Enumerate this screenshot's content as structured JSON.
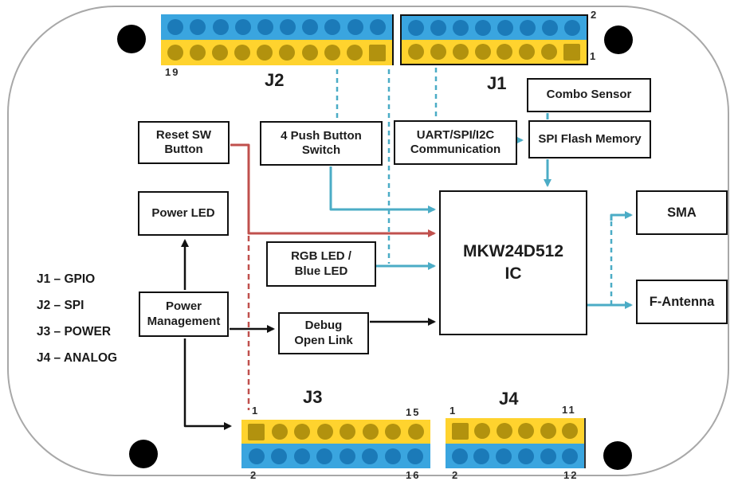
{
  "title": "MKW24D512 development board block diagram",
  "colors": {
    "teal": "#4BACC6",
    "red": "#C0504D",
    "blue_strip": "#3AA5DF",
    "blue_pin": "#1B7AB8",
    "yellow_strip": "#FFD32E",
    "yellow_pin": "#B2920E"
  },
  "legend": {
    "items": [
      "J1 – GPIO",
      "J2 – SPI",
      "J3 – POWER",
      "J4 – ANALOG"
    ]
  },
  "boxes": {
    "reset_sw": "Reset SW\nButton",
    "push_button": "4 Push Button\nSwitch",
    "uart": "UART/SPI/I2C\nCommunication",
    "combo_sensor": "Combo Sensor",
    "spi_flash": "SPI Flash Memory",
    "power_led": "Power LED",
    "rgb_led": "RGB LED /\nBlue LED",
    "power_mgmt": "Power\nManagement",
    "debug": "Debug\nOpen Link",
    "ic": "MKW24D512\nIC",
    "sma": "SMA",
    "f_antenna": "F-Antenna"
  },
  "connectors": {
    "j2": {
      "label": "J2",
      "pin19": "19",
      "rows": {
        "top": {
          "color": "blue",
          "count": 10,
          "square": -1
        },
        "bottom": {
          "color": "yellow",
          "count": 10,
          "square": 9
        }
      }
    },
    "j1": {
      "label": "J1",
      "pin2": "2",
      "pin1": "1",
      "rows": {
        "top": {
          "color": "blue",
          "count": 8,
          "square": -1
        },
        "bottom": {
          "color": "yellow",
          "count": 8,
          "square": 7
        }
      }
    },
    "j3": {
      "label": "J3",
      "pins": {
        "top_left": "1",
        "top_right": "15",
        "bottom_left": "2",
        "bottom_right": "16"
      },
      "rows": {
        "top": {
          "color": "yellow",
          "count": 8,
          "square": 0
        },
        "bottom": {
          "color": "blue",
          "count": 8,
          "square": -1
        }
      }
    },
    "j4": {
      "label": "J4",
      "pins": {
        "top_left": "1",
        "top_right": "11",
        "bottom_left": "2",
        "bottom_right": "12"
      },
      "rows": {
        "top": {
          "color": "yellow",
          "count": 6,
          "square": 0
        },
        "bottom": {
          "color": "blue",
          "count": 6,
          "square": -1
        }
      }
    }
  }
}
